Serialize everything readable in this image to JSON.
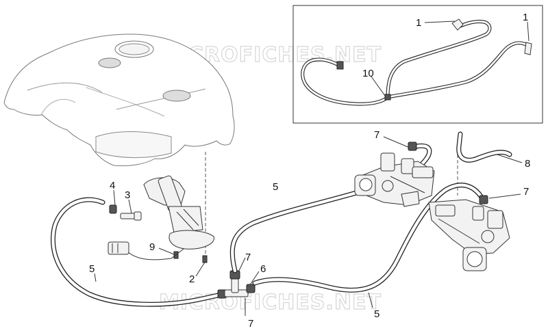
{
  "watermark": "MICROFICHES.NET",
  "callouts": [
    {
      "id": "c1a",
      "label": "1"
    },
    {
      "id": "c1b",
      "label": "1"
    },
    {
      "id": "c10",
      "label": "10"
    },
    {
      "id": "c7a",
      "label": "7"
    },
    {
      "id": "c8",
      "label": "8"
    },
    {
      "id": "c7b",
      "label": "7"
    },
    {
      "id": "c4",
      "label": "4"
    },
    {
      "id": "c3",
      "label": "3"
    },
    {
      "id": "c5a",
      "label": "5"
    },
    {
      "id": "c9",
      "label": "9"
    },
    {
      "id": "c5b",
      "label": "5"
    },
    {
      "id": "c2",
      "label": "2"
    },
    {
      "id": "c7c",
      "label": "7"
    },
    {
      "id": "c6",
      "label": "6"
    },
    {
      "id": "c5c",
      "label": "5"
    },
    {
      "id": "c7d",
      "label": "7"
    }
  ]
}
